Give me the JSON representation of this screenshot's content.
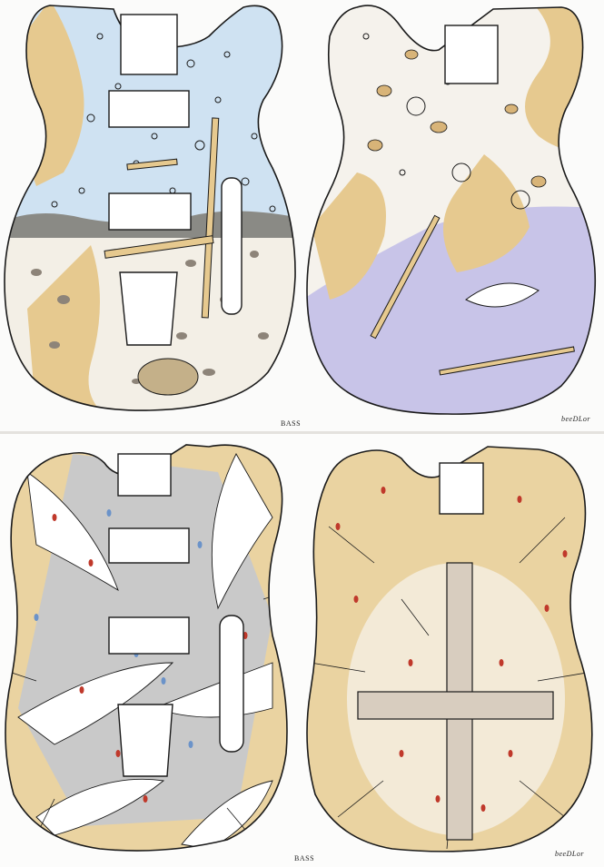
{
  "artwork": {
    "top_panel": {
      "label": "BASS",
      "signature": "beeDLor"
    },
    "bottom_panel": {
      "label": "BASS",
      "signature": "beeDLor"
    }
  },
  "colors": {
    "sky_blue": "#cfe2f2",
    "wood_tan": "#e6c98f",
    "lavender": "#c8c4e8",
    "grey_wash": "#c9c9c9",
    "blood_red": "#c0392b",
    "drop_blue": "#6b93c9",
    "outline": "#1a1a1a"
  }
}
